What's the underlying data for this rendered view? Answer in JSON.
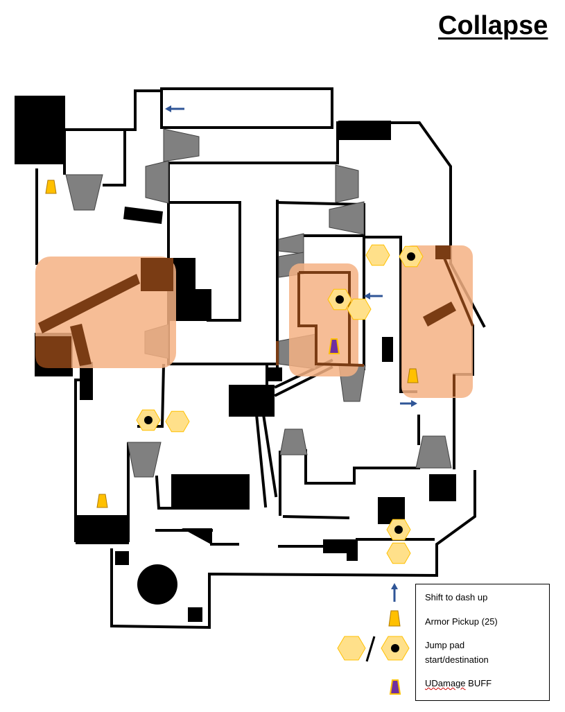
{
  "map": {
    "title": "Collapse",
    "colors": {
      "wall": "#000000",
      "ramp": "#808080",
      "overlay": "#f4b184",
      "beam": "#7a3c14",
      "armor": "#ffc000",
      "jump_pad": "#ffe08a",
      "arrow": "#2f5597",
      "udamage": "#7030a0"
    }
  },
  "legend": {
    "items": [
      {
        "icon": "up-arrow-icon",
        "label": "Shift to dash up"
      },
      {
        "icon": "armor-pickup-icon",
        "label": "Armor Pickup (25)"
      },
      {
        "icon": "jump-pad-icon",
        "label": "Jump pad",
        "label2": "start/destination"
      },
      {
        "icon": "udamage-icon",
        "label": "UDamage",
        "label_suffix": "BUFF"
      }
    ]
  }
}
